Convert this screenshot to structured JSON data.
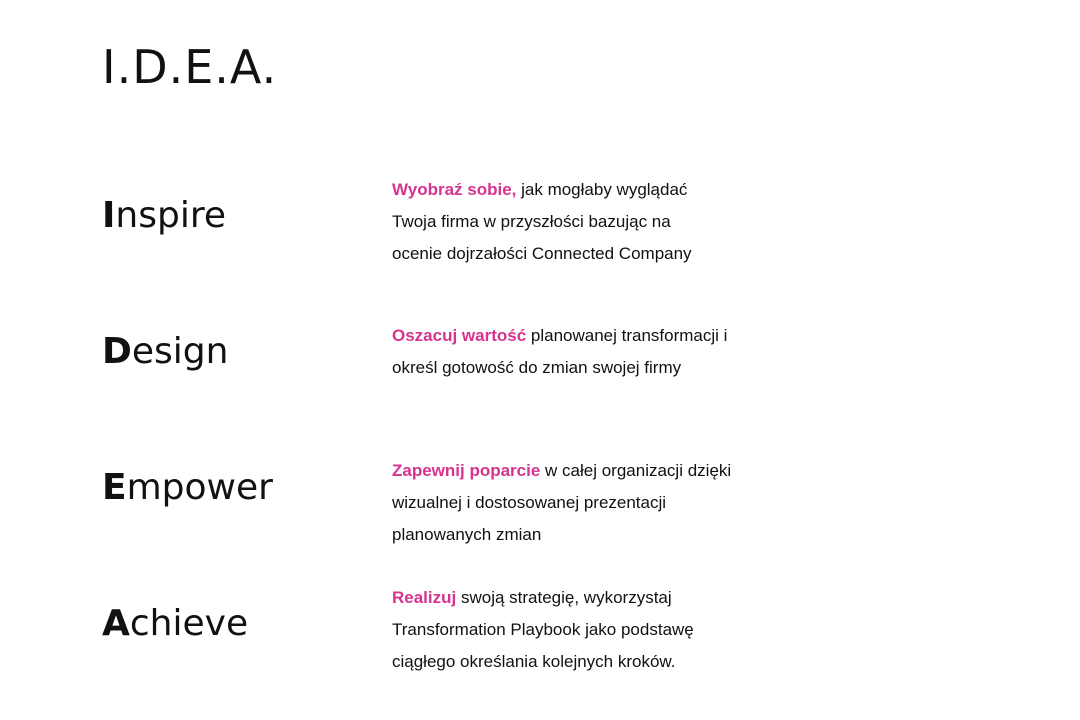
{
  "title": "I.D.E.A.",
  "colors": {
    "accent": "#d6338f",
    "text": "#111111",
    "background": "#ffffff"
  },
  "items": [
    {
      "initial": "I",
      "rest": "nspire",
      "highlight": "Wyobraź sobie,",
      "text_lines": [
        " jak mogłaby wyglądać",
        "Twoja firma w przyszłości  bazując na",
        "ocenie dojrzałości Connected Company"
      ]
    },
    {
      "initial": "D",
      "rest": "esign",
      "highlight": "Oszacuj wartość",
      "text_lines": [
        " planowanej transformacji i",
        "określ gotowość do zmian swojej firmy"
      ]
    },
    {
      "initial": "E",
      "rest": "mpower",
      "highlight": "Zapewnij poparcie",
      "text_lines": [
        " w całej organizacji dzięki",
        "wizualnej i dostosowanej prezentacji",
        "planowanych zmian"
      ]
    },
    {
      "initial": "A",
      "rest": "chieve",
      "highlight": "Realizuj",
      "text_lines": [
        " swoją strategię, wykorzystaj",
        "Transformation Playbook jako podstawę",
        "ciągłego określania kolejnych kroków."
      ]
    }
  ]
}
